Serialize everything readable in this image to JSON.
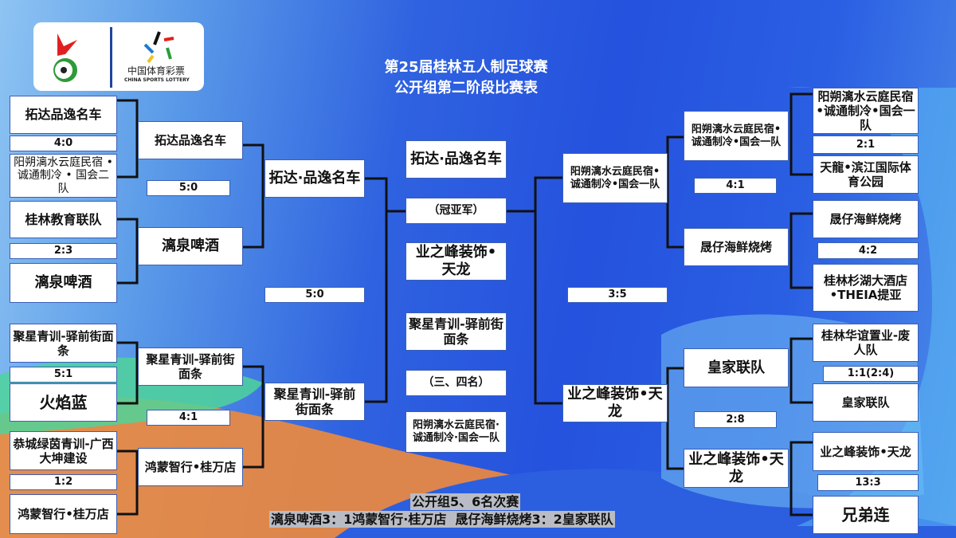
{
  "title": {
    "line1": "第25届桂林五人制足球赛",
    "line2": "公开组第二阶段比赛表"
  },
  "logo": {
    "name_cn": "中国体育彩票",
    "name_en": "CHINA SPORTS LOTTERY"
  },
  "left": {
    "r1": [
      "拓达品逸名车",
      "阳朔漓水云庭民宿 • 诚通制冷 • 国会二队",
      "桂林教育联队",
      "漓泉啤酒",
      "聚星青训-驿前街面条",
      "火焰蓝",
      "恭城绿茵青训-广西大坤建设",
      "鸿蒙智行•桂万店"
    ],
    "r1_scores": [
      "4:0",
      "2:3",
      "5:1",
      "1:2"
    ],
    "r2": [
      "拓达品逸名车",
      "漓泉啤酒",
      "聚星青训-驿前街面条",
      "鸿蒙智行•桂万店"
    ],
    "r2_scores": [
      "5:0",
      "4:1"
    ],
    "r3": [
      "拓达·品逸名车",
      "聚星青训-驿前街面条"
    ],
    "r3_score": "5:0"
  },
  "right": {
    "r1": [
      "阳朔漓水云庭民宿•诚通制冷•国会一队",
      "天龍•滨江国际体育公园",
      "晟仔海鲜烧烤",
      "桂林杉湖大酒店•THEIA提亚",
      "桂林华谊置业-废人队",
      "皇家联队",
      "业之峰装饰•天龙",
      "兄弟连"
    ],
    "r1_scores": [
      "2:1",
      "4:2",
      "1:1(2:4)",
      "13:3"
    ],
    "r2": [
      "阳朔漓水云庭民宿•诚通制冷•国会一队",
      "晟仔海鲜烧烤",
      "皇家联队",
      "业之峰装饰•天龙"
    ],
    "r2_scores": [
      "4:1",
      "2:8"
    ],
    "r3": [
      "阳朔漓水云庭民宿•诚通制冷•国会一队",
      "业之峰装饰•天龙"
    ],
    "r3_score": "3:5"
  },
  "center": {
    "champion": "拓达·品逸名车",
    "final_label": "（冠亚军）",
    "runner_up": "业之峰装饰•天龙",
    "third": "聚星青训-驿前街面条",
    "third_label": "（三、四名）",
    "fourth": "阳朔漓水云庭民宿·诚通制冷·国会一队"
  },
  "bottom": {
    "heading": "公开组5、6名次赛",
    "results": "漓泉啤酒3：1鸿蒙智行·桂万店  晟仔海鲜烧烤3：2皇家联队"
  }
}
